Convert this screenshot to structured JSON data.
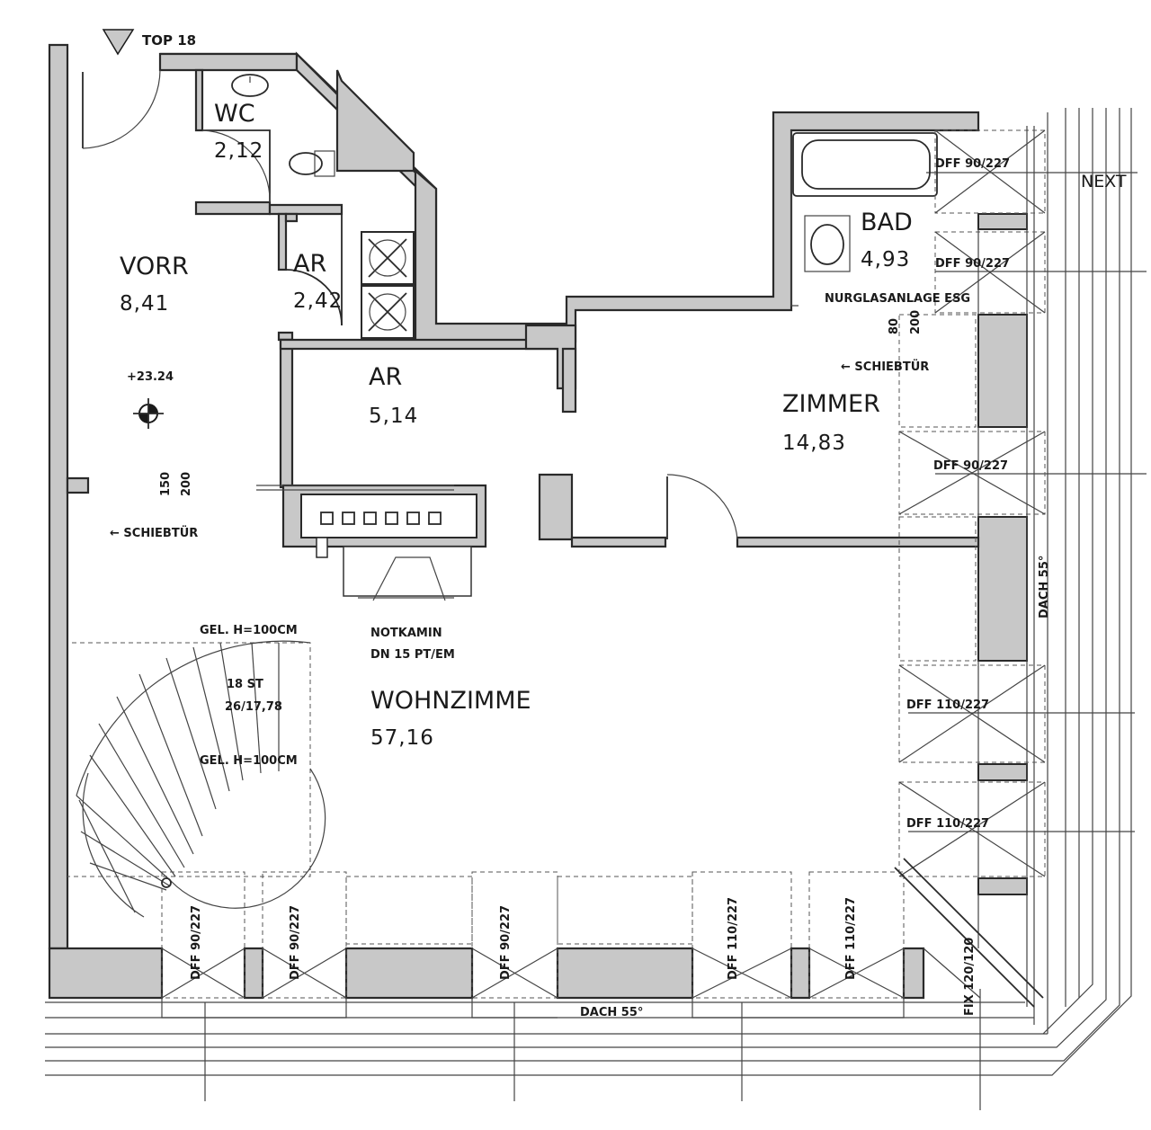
{
  "header": {
    "top_label": "TOP 18"
  },
  "neighbor_label": "NEXT",
  "rooms": {
    "wc": {
      "name": "WC",
      "area": "2,12"
    },
    "vorr": {
      "name": "VORR",
      "area": "8,41"
    },
    "ar1": {
      "name": "AR",
      "area": "2,42"
    },
    "ar2": {
      "name": "AR",
      "area": "5,14"
    },
    "bad": {
      "name": "BAD",
      "area": "4,93"
    },
    "zimmer": {
      "name": "ZIMMER",
      "area": "14,83"
    },
    "wohn": {
      "name": "WOHNZIMME",
      "area": "57,16"
    }
  },
  "annotations": {
    "level": "+23.24",
    "door_vorr_w": "150",
    "door_vorr_h": "200",
    "schiebtuer_vorr": "← SCHIEBTÜR",
    "schiebtuer_zimmer": "← SCHIEBTÜR",
    "door_bad_w": "80",
    "door_bad_h": "200",
    "glass": "NURGLASANLAGE ESG",
    "notkamin_1": "NOTKAMIN",
    "notkamin_2": "DN 15 PT/EM",
    "gel_top": "GEL. H=100CM",
    "gel_mid": "GEL. H=100CM",
    "stair_1": "18 ST",
    "stair_2": "26/17,78",
    "dach_right": "DACH 55°",
    "dach_bottom": "DACH 55°",
    "fix": "FIX 120/120"
  },
  "windows_right": [
    "DFF 90/227",
    "DFF 90/227",
    "DFF 90/227",
    "DFF 110/227",
    "DFF 110/227"
  ],
  "windows_bottom": [
    "DFF 90/227",
    "DFF 90/227",
    "DFF 90/227",
    "DFF 110/227",
    "DFF 110/227"
  ]
}
